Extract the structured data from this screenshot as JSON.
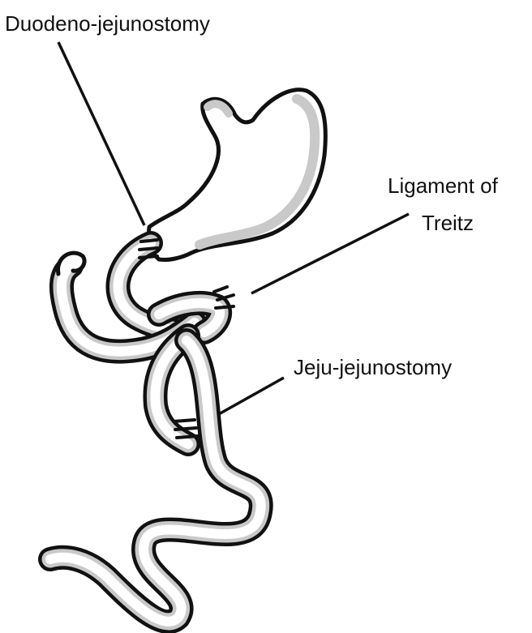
{
  "labels": {
    "duodeno_jejunostomy": "Duodeno-jejunostomy",
    "ligament_of_treitz_line1": "Ligament of",
    "ligament_of_treitz_line2": "Treitz",
    "jeju_jejunostomy": "Jeju-jejunostomy"
  },
  "colors": {
    "outline": "#111111",
    "shade": "#c9c9c9",
    "fill": "#ffffff"
  }
}
